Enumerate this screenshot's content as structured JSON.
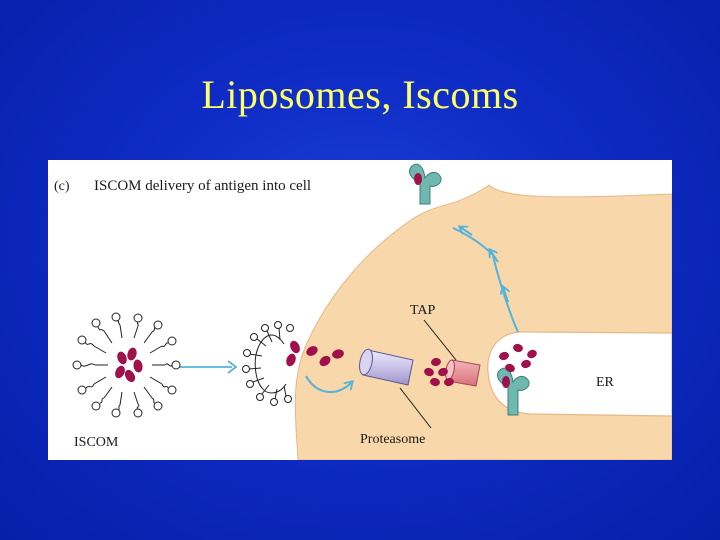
{
  "slide": {
    "title": "Liposomes, Iscoms"
  },
  "figure": {
    "panel_label": "(c)",
    "caption": "ISCOM delivery of antigen into cell",
    "labels": {
      "iscom": "ISCOM",
      "tap": "TAP",
      "proteasome": "Proteasome",
      "er": "ER"
    }
  },
  "colors": {
    "background": "#0e2bc4",
    "title": "#ffff66",
    "cell": "#f8d7aa",
    "antigen": "#a0104a",
    "arrow": "#55b3de",
    "mhc": "#6fb8b0",
    "proteasome": "#c9c2e8",
    "tap": "#e8929a"
  }
}
